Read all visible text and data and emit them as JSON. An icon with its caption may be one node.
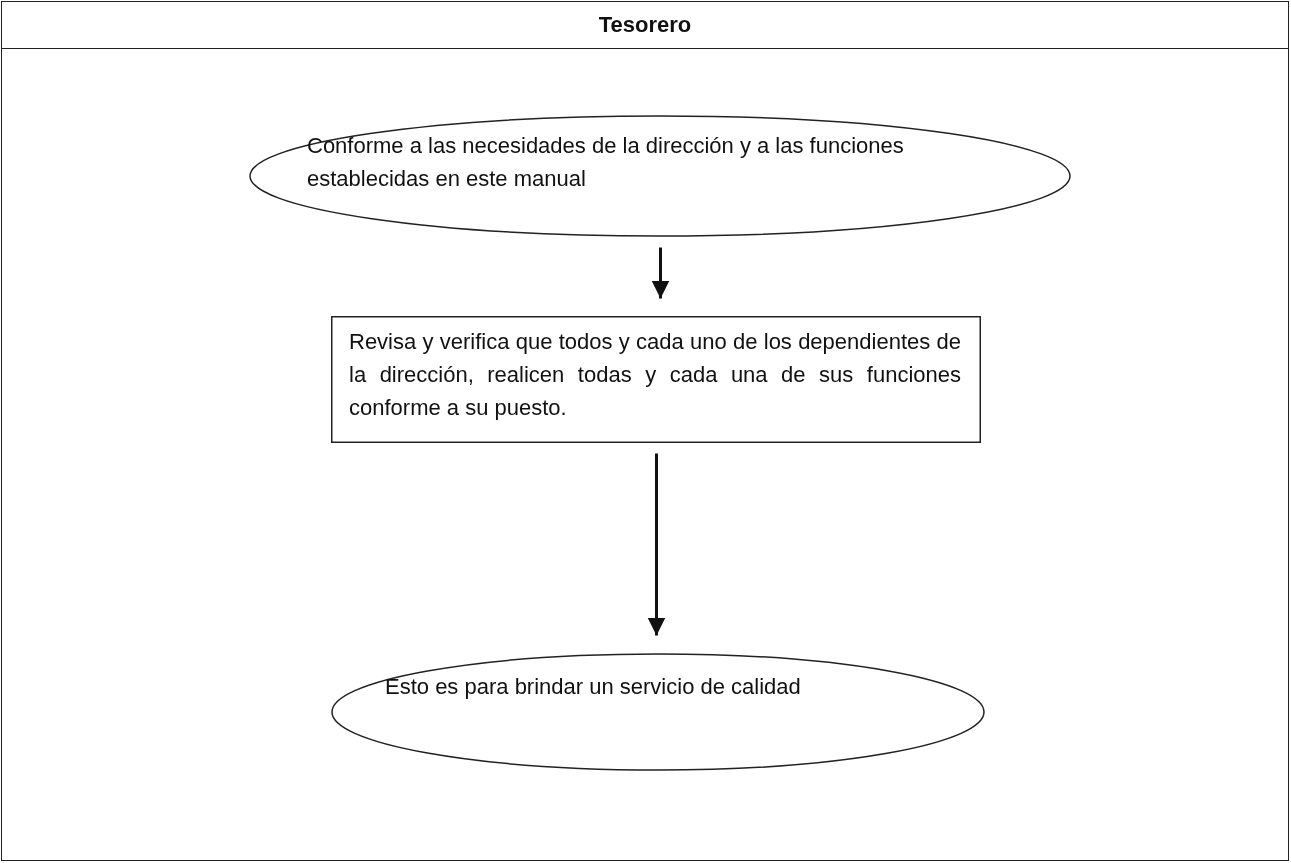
{
  "diagram": {
    "nodes": [
      {
        "text": [
          "Tesorero"
        ]
      },
      {
        "text": [
          "Conforme a las necesidades de la dirección y a las funciones establecidas en este manual"
        ],
        "in": 0
      },
      {
        "text": [
          "Revisa y verifica que todos y cada uno de los dependientes de la dirección, realicen todas y cada una de sus funciones conforme a su puesto."
        ],
        "in": 0
      },
      {
        "text": [
          "Esto es para brindar un servicio de calidad"
        ],
        "in": 0
      }
    ],
    "edges": [
      {
        "from": 1,
        "to": 2,
        "arrow": "to"
      },
      {
        "from": 2,
        "to": 3,
        "arrow": "to"
      }
    ]
  }
}
